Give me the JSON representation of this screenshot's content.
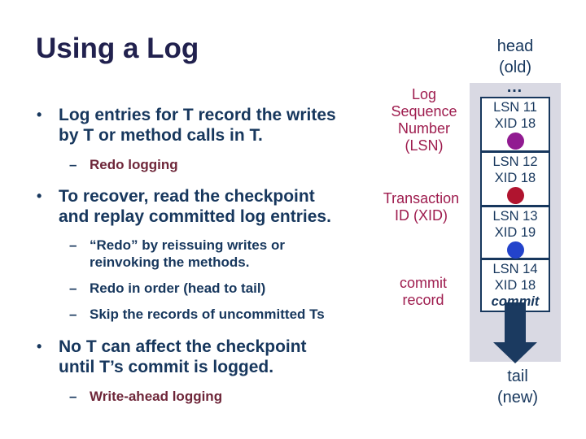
{
  "slide": {
    "title": "Using a Log"
  },
  "markers": {
    "bullet": "•",
    "dash": "–"
  },
  "bullets": [
    {
      "text": "Log entries for T record the writes\nby T or method calls in T.",
      "subs": [
        {
          "text": "Redo logging",
          "emphasis": true
        }
      ]
    },
    {
      "text": "To recover, read the checkpoint\nand replay committed log entries.",
      "subs": [
        {
          "text": "“Redo” by reissuing writes or\nreinvoking the methods.",
          "emphasis": false
        },
        {
          "text": "Redo in order (head to tail)",
          "emphasis": false
        },
        {
          "text": "Skip the records of uncommitted Ts",
          "emphasis": false
        }
      ]
    },
    {
      "text": "No T can affect the checkpoint\nuntil T’s commit is logged.",
      "subs": [
        {
          "text": "Write-ahead logging",
          "emphasis": true
        }
      ]
    }
  ],
  "annotations": {
    "lsn": "Log\nSequence\nNumber\n(LSN)",
    "xid": "Transaction\nID (XID)",
    "commit": "commit\nrecord"
  },
  "log_diagram": {
    "head_label": "head\n(old)",
    "tail_label": "tail\n(new)",
    "ellipsis": "…",
    "entries": [
      {
        "lsn": "LSN 11",
        "xid": "XID 18",
        "commit": "",
        "dot_style": "background:#911B91"
      },
      {
        "lsn": "LSN 12",
        "xid": "XID 18",
        "commit": "",
        "dot_style": "background:#B0142F"
      },
      {
        "lsn": "LSN 13",
        "xid": "XID 19",
        "commit": "",
        "dot_style": "background:#2343CB"
      },
      {
        "lsn": "LSN 14",
        "xid": "XID 18",
        "commit": "commit",
        "dot_style": ""
      }
    ]
  },
  "colors": {
    "title": "#21214E",
    "body_navy": "#17375D",
    "sub_maroon": "#6E2639",
    "label_crimson": "#9E1C4E",
    "panel_bg": "#D9D9E3",
    "dot_purple": "#911B91",
    "dot_crimson": "#B0142F",
    "dot_blue": "#2343CB",
    "arrow_navy": "#1B3A60"
  }
}
